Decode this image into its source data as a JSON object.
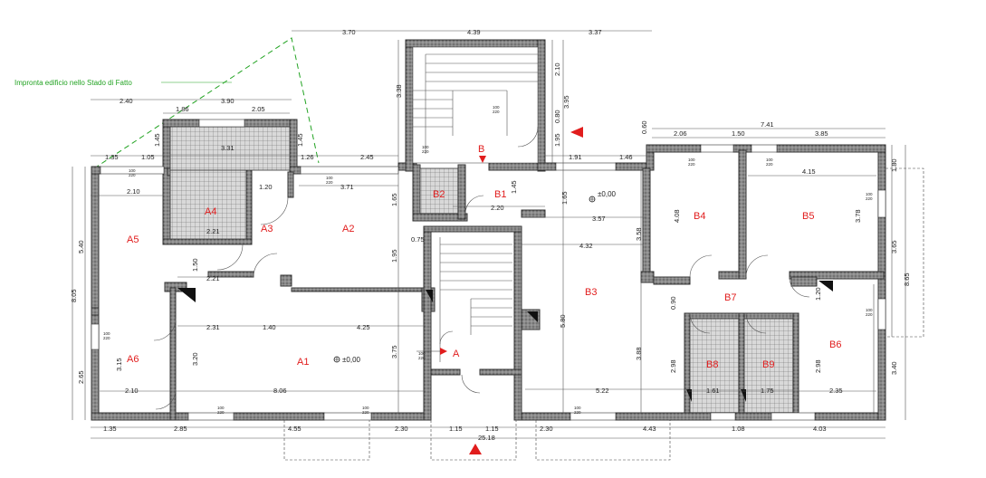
{
  "annotation": {
    "text": "Impronta edificio nello Stado di Fatto",
    "color": "#22a322"
  },
  "colors": {
    "room_label": "#e11d1d",
    "wall": "#555555",
    "arrow": "#e11d1d",
    "footprint": "#22a322"
  },
  "rooms": {
    "A1": "A1",
    "A2": "A2",
    "A3": "A3",
    "A4": "A4",
    "A5": "A5",
    "A6": "A6",
    "B1": "B1",
    "B2": "B2",
    "B3": "B3",
    "B4": "B4",
    "B5": "B5",
    "B6": "B6",
    "B7": "B7",
    "B8": "B8",
    "B9": "B9"
  },
  "section_marks": {
    "a": "A",
    "b": "B"
  },
  "levels": {
    "a1": "±0,00",
    "b3": "±0,00"
  },
  "window_tag": {
    "top": "100",
    "bottom": "220"
  },
  "dims": {
    "d370": "3.70",
    "d439": "4.39",
    "d337": "3.37",
    "d240": "2.40",
    "d390": "3.90",
    "d186": "1.86",
    "d205": "2.05",
    "d135a": "1.35",
    "d105": "1.05",
    "d145a": "1.45",
    "d145b": "1.45",
    "d331": "3.31",
    "d126": "1.26",
    "d245": "2.45",
    "d338": "3.38",
    "d210v": "2.10",
    "d395": "3.95",
    "d080": "0.80",
    "d195v": "1.95",
    "d060": "0.60",
    "d741": "7.41",
    "d206": "2.06",
    "d150a": "1.50",
    "d385": "3.85",
    "d191": "1.91",
    "d146": "1.46",
    "d180": "1.80",
    "d415": "4.15",
    "d210a": "2.10",
    "d120a": "1.20",
    "d371": "3.71",
    "d165a": "1.65",
    "d145c": "1.45",
    "d220a": "2.20",
    "d357": "3.57",
    "d165b": "1.65",
    "d408": "4.08",
    "d378": "3.78",
    "d365": "3.65",
    "d865": "8.65",
    "d540": "5.40",
    "d221a": "2.21",
    "d075": "0.75",
    "d432": "4.32",
    "d358": "3.58",
    "d805": "8.05",
    "d150b": "1.50",
    "d221b": "2.21",
    "d195b": "1.95",
    "d580": "5.80",
    "d090": "0.90",
    "d120b": "1.20",
    "d231": "2.31",
    "d140": "1.40",
    "d425": "4.25",
    "d315": "3.15",
    "d320": "3.20",
    "d375": "3.75",
    "d388": "3.88",
    "d298a": "2.98",
    "d298b": "2.98",
    "d340": "3.40",
    "d265": "2.65",
    "d210b": "2.10",
    "d806": "8.06",
    "d522": "5.22",
    "d161": "1.61",
    "d175": "1.75",
    "d235": "2.35",
    "b135": "1.35",
    "b285": "2.85",
    "b455": "4.55",
    "b230a": "2.30",
    "b115a": "1.15",
    "b115b": "1.15",
    "b230b": "2.30",
    "b443": "4.43",
    "b108": "1.08",
    "b403": "4.03",
    "b2518": "25.18"
  }
}
